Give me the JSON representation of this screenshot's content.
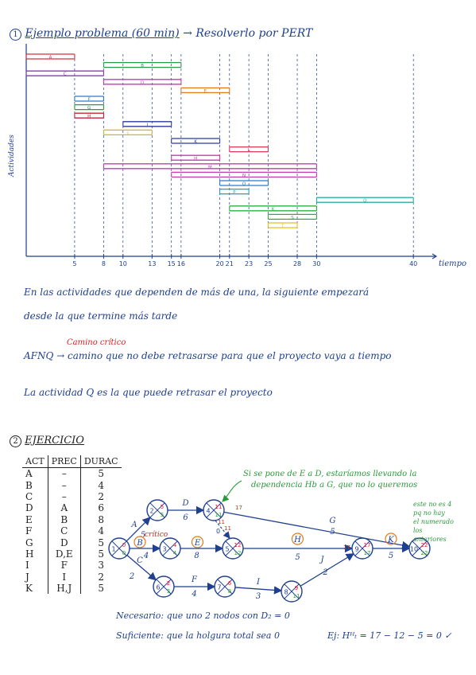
{
  "section1": {
    "number": "1",
    "title": "Ejemplo problema (60 min)",
    "arrow_note": "→ Resolverlo por PERT",
    "y_axis_label": "Actividades",
    "x_axis_label": "tiempo"
  },
  "chart_data": {
    "type": "gantt",
    "xlabel": "tiempo",
    "ylabel": "Actividades",
    "x_ticks": [
      5,
      8,
      10,
      13,
      15,
      16,
      20,
      21,
      23,
      25,
      28,
      30,
      40
    ],
    "bars": [
      {
        "label": "A",
        "start": 0,
        "end": 5,
        "color": "#d8323c"
      },
      {
        "label": "B",
        "start": 8,
        "end": 16,
        "color": "#2a9a4a"
      },
      {
        "label": "C",
        "start": 0,
        "end": 8,
        "color": "#8a3ab0"
      },
      {
        "label": "D",
        "start": 8,
        "end": 16,
        "color": "#c83ab0"
      },
      {
        "label": "E",
        "start": 16,
        "end": 21,
        "color": "#e07a1a"
      },
      {
        "label": "F",
        "start": 5,
        "end": 8,
        "color": "#2a7ac8"
      },
      {
        "label": "G",
        "start": 5,
        "end": 8,
        "color": "#2a9a3a"
      },
      {
        "label": "H",
        "start": 5,
        "end": 8,
        "color": "#c8253a"
      },
      {
        "label": "I",
        "start": 10,
        "end": 15,
        "color": "#2a3a9a"
      },
      {
        "label": "J",
        "start": 8,
        "end": 13,
        "color": "#e0b020"
      },
      {
        "label": "K",
        "start": 15,
        "end": 20,
        "color": "#2a3aa0"
      },
      {
        "label": "L",
        "start": 21,
        "end": 25,
        "color": "#e03a5a"
      },
      {
        "label": "H",
        "start": 15,
        "end": 20,
        "color": "#c83ab0"
      },
      {
        "label": "M",
        "start": 8,
        "end": 30,
        "color": "#c83ab0"
      },
      {
        "label": "N",
        "start": 15,
        "end": 30,
        "color": "#c83ab0"
      },
      {
        "label": "O",
        "start": 20,
        "end": 25,
        "color": "#2a7ac8"
      },
      {
        "label": "P",
        "start": 20,
        "end": 23,
        "color": "#1aa0d0"
      },
      {
        "label": "Q",
        "start": 30,
        "end": 40,
        "color": "#2ab0a0"
      },
      {
        "label": "K",
        "start": 21,
        "end": 30,
        "color": "#2ab040"
      },
      {
        "label": "S",
        "start": 25,
        "end": 30,
        "color": "#2ab040"
      },
      {
        "label": "T",
        "start": 25,
        "end": 28,
        "color": "#e0c020"
      }
    ]
  },
  "notes": {
    "line1": "En las actividades que dependen de más de una, la siguiente empezará",
    "line2": "desde la que termine más tarde",
    "critical_label": "Camino crítico",
    "afnq_label": "AFNQ",
    "afnq_text": "→ camino que no debe retrasarse para que el proyecto vaya a tiempo",
    "line4": "La actividad Q es la que puede retrasar el proyecto"
  },
  "section2": {
    "number": "2",
    "title": "EJERCICIO",
    "table": {
      "headers": [
        "ACT",
        "PREC",
        "DURAC"
      ],
      "rows": [
        [
          "A",
          "–",
          "5"
        ],
        [
          "B",
          "–",
          "4"
        ],
        [
          "C",
          "–",
          "2"
        ],
        [
          "D",
          "A",
          "6"
        ],
        [
          "E",
          "B",
          "8"
        ],
        [
          "F",
          "C",
          "4"
        ],
        [
          "G",
          "D",
          "5"
        ],
        [
          "H",
          "D,E",
          "5"
        ],
        [
          "I",
          "F",
          "3"
        ],
        [
          "J",
          "I",
          "2"
        ],
        [
          "K",
          "H,J",
          "5"
        ]
      ]
    },
    "network": {
      "green_note_1": "Si se pone de E a D, estaríamos llevando la",
      "green_note_2": "dependencia Hb a G, que no lo queremos",
      "green_side": [
        "este no es 4",
        "pq no hay",
        "el numerado",
        "los",
        "anteriores"
      ],
      "critico_label": "crítico",
      "nodes": [
        {
          "id": "1",
          "t": "0",
          "h": "0"
        },
        {
          "id": "2",
          "t": "5",
          "h": "5"
        },
        {
          "id": "3",
          "t": "4",
          "h": "4"
        },
        {
          "id": "4",
          "t": "11",
          "h": "11"
        },
        {
          "id": "5",
          "t": "12",
          "h": "12"
        },
        {
          "id": "6",
          "t": "2",
          "h": "3"
        },
        {
          "id": "7",
          "t": "6",
          "h": "8"
        },
        {
          "id": "8",
          "t": "9",
          "h": "11"
        },
        {
          "id": "9",
          "t": "17",
          "h": "17"
        },
        {
          "id": "10",
          "t": "22",
          "h": "22"
        }
      ],
      "edges": [
        {
          "label": "A",
          "dur": "5"
        },
        {
          "label": "B",
          "dur": "4"
        },
        {
          "label": "C",
          "dur": "2"
        },
        {
          "label": "D",
          "dur": "6"
        },
        {
          "label": "E",
          "dur": "8"
        },
        {
          "label": "F",
          "dur": "4"
        },
        {
          "label": "G",
          "dur": "5"
        },
        {
          "label": "H",
          "dur": "5"
        },
        {
          "label": "I",
          "dur": "3"
        },
        {
          "label": "J",
          "dur": "2"
        },
        {
          "label": "K",
          "dur": "5"
        }
      ],
      "small_marks": [
        "17",
        "17",
        "11",
        "11",
        "0"
      ]
    },
    "necesario": "Necesario: que uno 2 nodos con D₂ = 0",
    "suficiente": "Suficiente: que la holgura total sea 0",
    "example": "Ej: Hᴴₜ = 17 − 12 − 5 = 0 ✓"
  }
}
